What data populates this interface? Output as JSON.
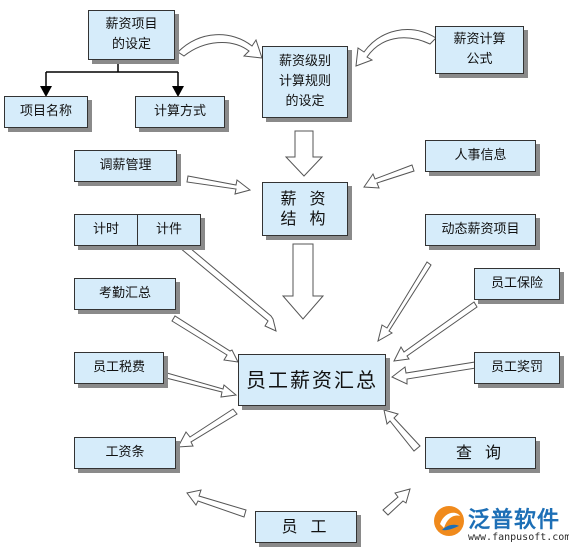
{
  "nodes": {
    "salary_item_setup": "薪资项目\n的设定",
    "item_name": "项目名称",
    "calc_method": "计算方式",
    "grade_rule_setup": "薪资级别\n计算规则\n的设定",
    "calc_formula": "薪资计算\n公式",
    "salary_adjust": "调薪管理",
    "personnel_info": "人事信息",
    "salary_structure": "薪  资\n结  构",
    "time_based": "计时",
    "piece_based": "计件",
    "dynamic_items": "动态薪资项目",
    "attendance_summary": "考勤汇总",
    "employee_insurance": "员工保险",
    "employee_tax": "员工税费",
    "salary_summary": "员工薪资汇总",
    "employee_reward": "员工奖罚",
    "payslip": "工资条",
    "query": "查  询",
    "employee": "员    工"
  },
  "logo": {
    "name": "泛普软件",
    "url": "www.fanpusoft.com"
  },
  "colors": {
    "box_fill": "#d6ecfa",
    "box_border": "#333333",
    "shadow": "#8a8a8a",
    "arrow_fill": "#ffffff",
    "arrow_stroke": "#555555",
    "logo_blue": "#1d6fb6",
    "logo_orange": "#f08a1c"
  }
}
